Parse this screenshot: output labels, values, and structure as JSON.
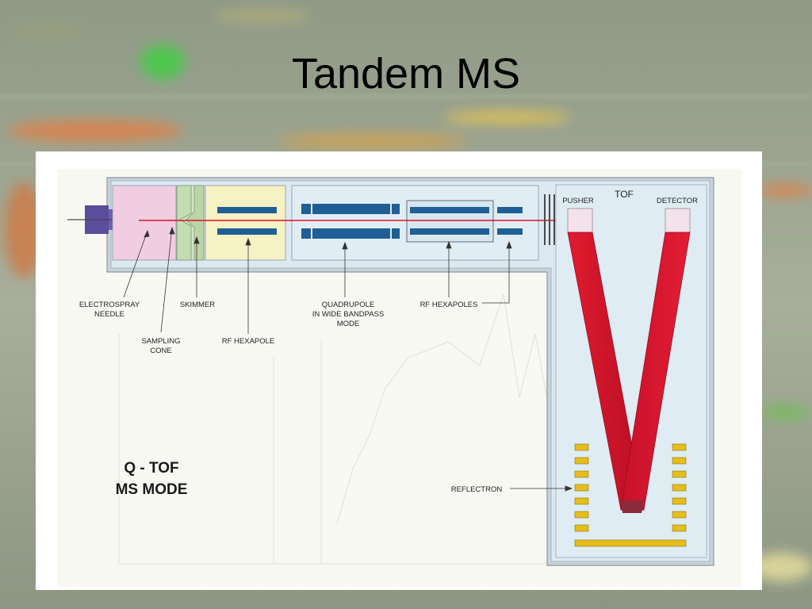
{
  "slide": {
    "title": "Tandem MS"
  },
  "diagram": {
    "mode_label_line1": "Q - TOF",
    "mode_label_line2": "MS MODE",
    "labels": {
      "electrospray_l1": "ELECTROSPRAY",
      "electrospray_l2": "NEEDLE",
      "sampling_l1": "SAMPLING",
      "sampling_l2": "CONE",
      "skimmer": "SKIMMER",
      "rf_hexapole": "RF HEXAPOLE",
      "quad_l1": "QUADRUPOLE",
      "quad_l2": "IN WIDE BANDPASS",
      "quad_l3": "MODE",
      "rf_hexapoles": "RF HEXAPOLES",
      "tof": "TOF",
      "pusher": "PUSHER",
      "detector": "DETECTOR",
      "reflectron": "REFLECTRON"
    },
    "colors": {
      "housing": "#dce9f1",
      "rods": "#1f5f95",
      "beam": "#d3152b",
      "needle": "#5b4c9c",
      "source": "#f1cde2",
      "skimmer": "#d3e6c2",
      "hexapole_region": "#f7f2c4",
      "reflectron_plates": "#e6bd1a"
    }
  }
}
